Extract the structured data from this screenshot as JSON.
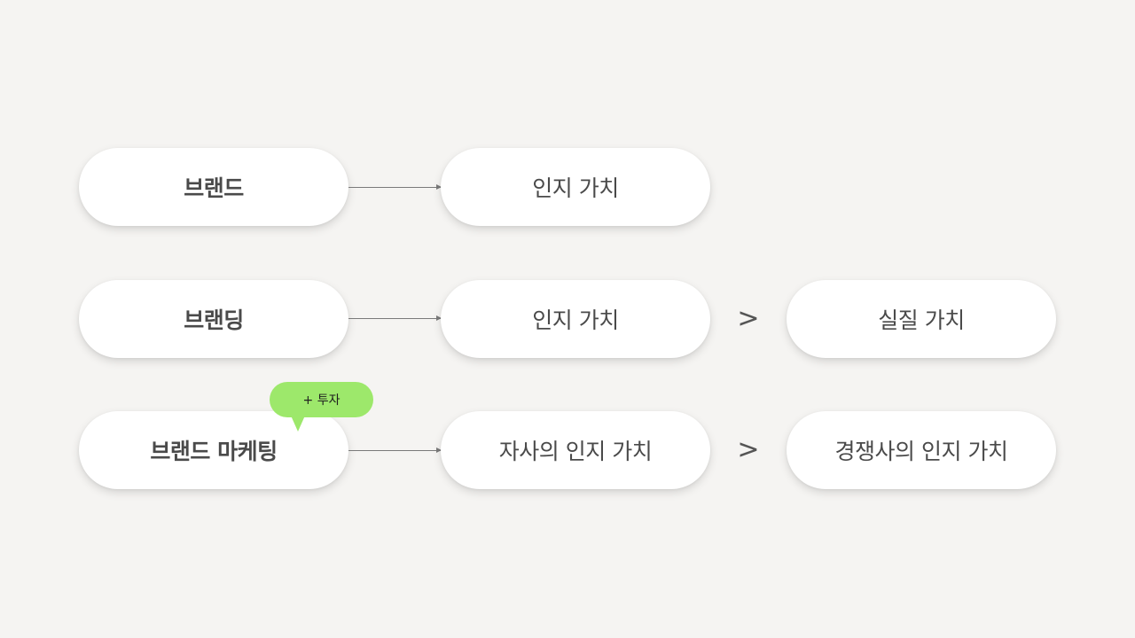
{
  "rows": [
    {
      "term": "브랜드",
      "value_1": "인지 가치"
    },
    {
      "term": "브랜딩",
      "value_1": "인지 가치",
      "comparator": ">",
      "value_2": "실질 가치"
    },
    {
      "term": "브랜드 마케팅",
      "value_1": "자사의 인지 가치",
      "comparator": ">",
      "value_2": "경쟁사의 인지 가치"
    }
  ],
  "badge": {
    "label": "+ 투자",
    "color": "#9de86b"
  },
  "colors": {
    "background": "#f5f4f2",
    "pill": "#ffffff",
    "text": "#4a4a4a",
    "arrow": "#7a7a7a"
  }
}
